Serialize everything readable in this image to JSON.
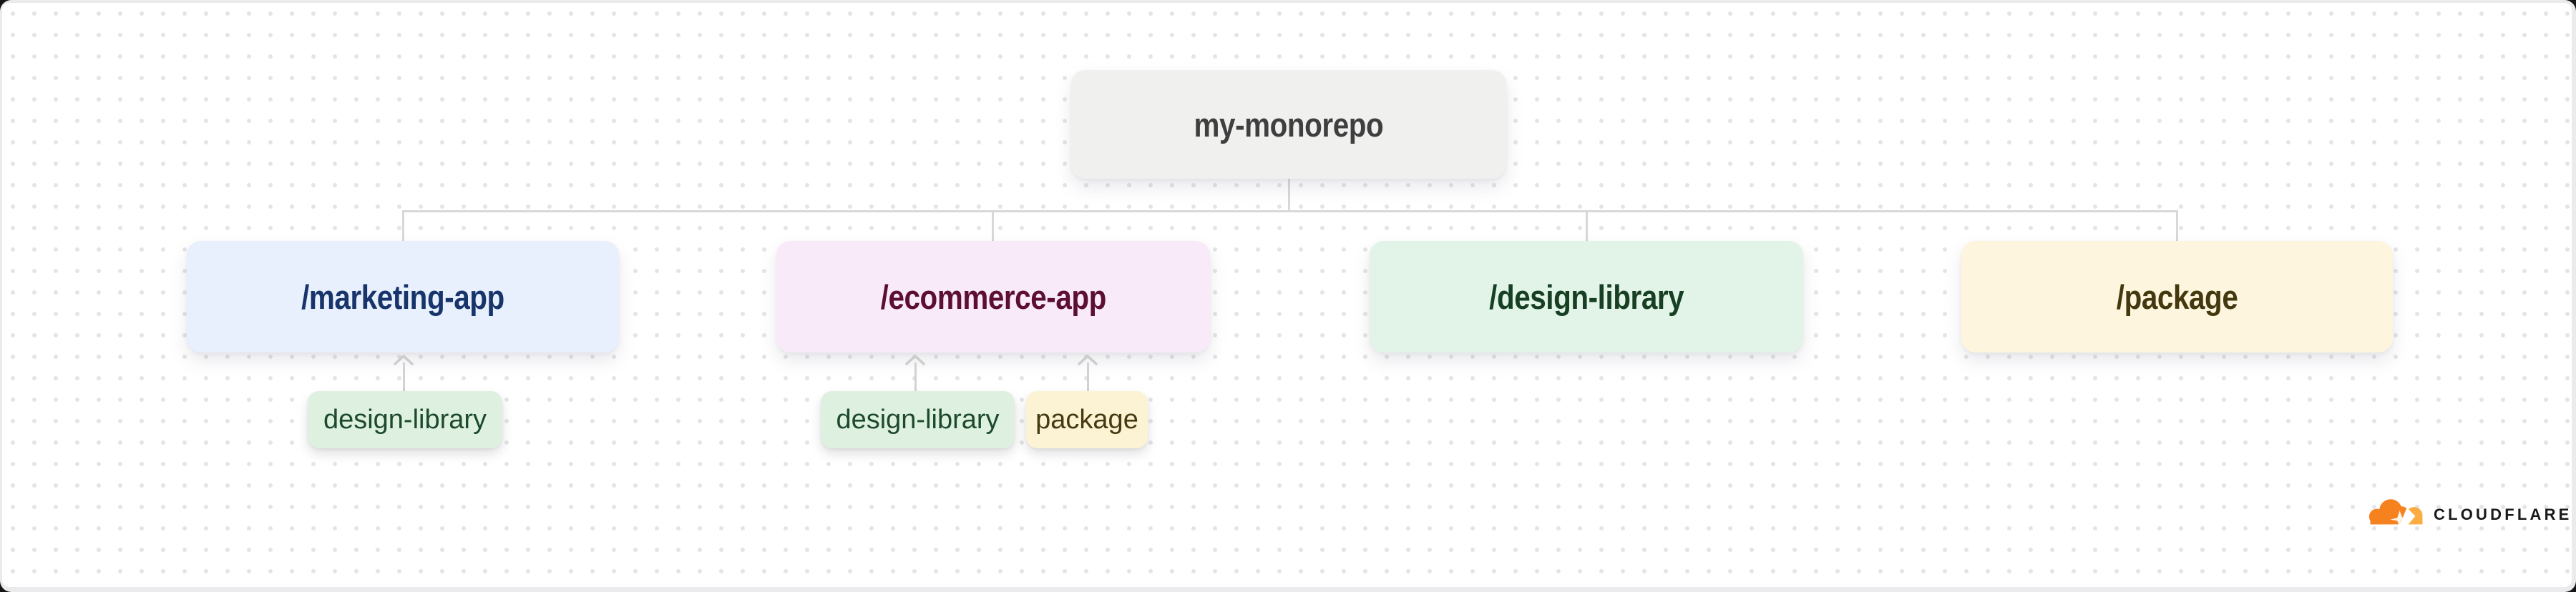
{
  "diagram": {
    "root": {
      "label": "my-monorepo",
      "bg": "#f0f0ef",
      "text_color": "#3f3f3f"
    },
    "nodes": [
      {
        "label": "/marketing-app",
        "bg": "#e9f0fd",
        "text_color": "#17356b",
        "dependencies": [
          "design-library"
        ]
      },
      {
        "label": "/ecommerce-app",
        "bg": "#f9eafa",
        "text_color": "#5c0f33",
        "dependencies": [
          "design-library",
          "package"
        ]
      },
      {
        "label": "/design-library",
        "bg": "#e2f4e7",
        "text_color": "#173f23",
        "dependencies": []
      },
      {
        "label": "/package",
        "bg": "#fdf5de",
        "text_color": "#44390e",
        "dependencies": []
      }
    ],
    "dependency_tags": [
      {
        "label": "design-library",
        "parent": "/marketing-app",
        "bg": "#def1e1",
        "text_color": "#1d4a2c"
      },
      {
        "label": "design-library",
        "parent": "/ecommerce-app",
        "bg": "#def1e1",
        "text_color": "#1d4a2c"
      },
      {
        "label": "package",
        "parent": "/ecommerce-app",
        "bg": "#fcf3d5",
        "text_color": "#453a10"
      }
    ],
    "connector_color": "#d8d8d8",
    "background": {
      "canvas": "#ffffff",
      "dot_color": "#e4e4e6"
    }
  },
  "branding": {
    "wordmark": "CLOUDFLARE",
    "logo_orange": "#f6821f",
    "logo_light_orange": "#fbad41",
    "wordmark_color": "#191919"
  }
}
